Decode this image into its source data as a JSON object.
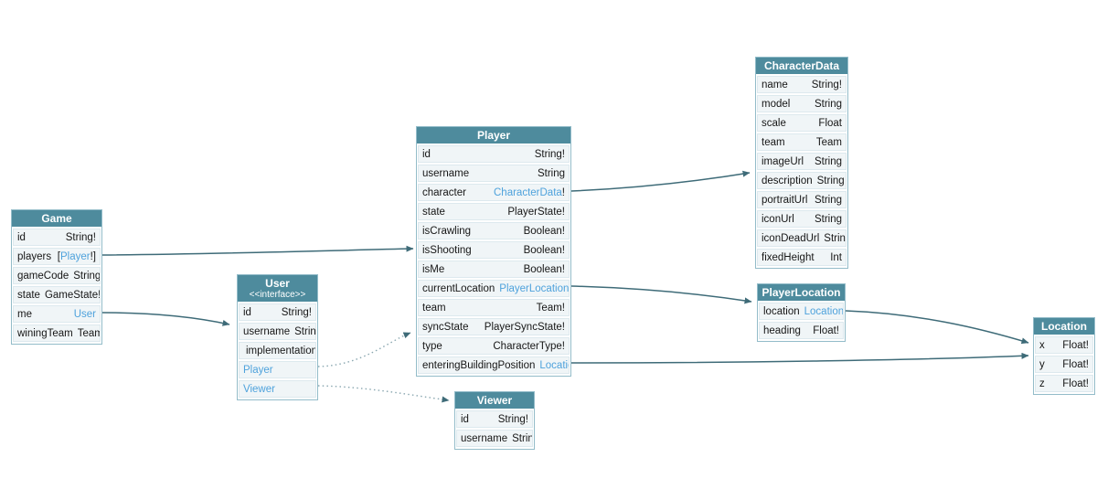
{
  "colors": {
    "header_bg": "#4e8b9d",
    "header_text": "#ffffff",
    "row_bg": "#f0f5f7",
    "table_border": "#93bcc9",
    "row_border": "#dde9ee",
    "field_text": "#161616",
    "type_link": "#4ea2dc",
    "edge_solid": "#3e6b78",
    "edge_dotted": "#8aa7b0",
    "canvas_bg": "#ffffff"
  },
  "tables": {
    "game": {
      "title": "Game",
      "rows": [
        {
          "kind": "field",
          "name": "id",
          "type": [
            {
              "text": "String!",
              "link": false
            }
          ]
        },
        {
          "kind": "field",
          "name": "players",
          "type": [
            {
              "text": "[",
              "link": false
            },
            {
              "text": "Player",
              "link": true
            },
            {
              "text": "!]",
              "link": false
            }
          ]
        },
        {
          "kind": "field",
          "name": "gameCode",
          "type": [
            {
              "text": "String!",
              "link": false
            }
          ]
        },
        {
          "kind": "field",
          "name": "state",
          "type": [
            {
              "text": "GameState!",
              "link": false
            }
          ]
        },
        {
          "kind": "field",
          "name": "me",
          "type": [
            {
              "text": "User",
              "link": true
            }
          ]
        },
        {
          "kind": "field",
          "name": "winingTeam",
          "type": [
            {
              "text": "Team",
              "link": false
            }
          ]
        }
      ]
    },
    "user": {
      "title": "User",
      "subtitle": "<<interface>>",
      "rows": [
        {
          "kind": "field",
          "name": "id",
          "type": [
            {
              "text": "String!",
              "link": false
            }
          ]
        },
        {
          "kind": "field",
          "name": "username",
          "type": [
            {
              "text": "String",
              "link": false
            }
          ]
        },
        {
          "kind": "section",
          "name": "implementations"
        },
        {
          "kind": "link",
          "name": "Player"
        },
        {
          "kind": "link",
          "name": "Viewer"
        }
      ]
    },
    "player": {
      "title": "Player",
      "rows": [
        {
          "kind": "field",
          "name": "id",
          "type": [
            {
              "text": "String!",
              "link": false
            }
          ]
        },
        {
          "kind": "field",
          "name": "username",
          "type": [
            {
              "text": "String",
              "link": false
            }
          ]
        },
        {
          "kind": "field",
          "name": "character",
          "type": [
            {
              "text": "CharacterData",
              "link": true
            },
            {
              "text": "!",
              "link": false
            }
          ]
        },
        {
          "kind": "field",
          "name": "state",
          "type": [
            {
              "text": "PlayerState!",
              "link": false
            }
          ]
        },
        {
          "kind": "field",
          "name": "isCrawling",
          "type": [
            {
              "text": "Boolean!",
              "link": false
            }
          ]
        },
        {
          "kind": "field",
          "name": "isShooting",
          "type": [
            {
              "text": "Boolean!",
              "link": false
            }
          ]
        },
        {
          "kind": "field",
          "name": "isMe",
          "type": [
            {
              "text": "Boolean!",
              "link": false
            }
          ]
        },
        {
          "kind": "field",
          "name": "currentLocation",
          "type": [
            {
              "text": "PlayerLocation",
              "link": true
            },
            {
              "text": "!",
              "link": false
            }
          ]
        },
        {
          "kind": "field",
          "name": "team",
          "type": [
            {
              "text": "Team!",
              "link": false
            }
          ]
        },
        {
          "kind": "field",
          "name": "syncState",
          "type": [
            {
              "text": "PlayerSyncState!",
              "link": false
            }
          ]
        },
        {
          "kind": "field",
          "name": "type",
          "type": [
            {
              "text": "CharacterType!",
              "link": false
            }
          ]
        },
        {
          "kind": "field",
          "name": "enteringBuildingPosition",
          "type": [
            {
              "text": "Location",
              "link": true
            }
          ]
        }
      ]
    },
    "viewer": {
      "title": "Viewer",
      "rows": [
        {
          "kind": "field",
          "name": "id",
          "type": [
            {
              "text": "String!",
              "link": false
            }
          ]
        },
        {
          "kind": "field",
          "name": "username",
          "type": [
            {
              "text": "String",
              "link": false
            }
          ]
        }
      ]
    },
    "characterData": {
      "title": "CharacterData",
      "rows": [
        {
          "kind": "field",
          "name": "name",
          "type": [
            {
              "text": "String!",
              "link": false
            }
          ]
        },
        {
          "kind": "field",
          "name": "model",
          "type": [
            {
              "text": "String",
              "link": false
            }
          ]
        },
        {
          "kind": "field",
          "name": "scale",
          "type": [
            {
              "text": "Float",
              "link": false
            }
          ]
        },
        {
          "kind": "field",
          "name": "team",
          "type": [
            {
              "text": "Team",
              "link": false
            }
          ]
        },
        {
          "kind": "field",
          "name": "imageUrl",
          "type": [
            {
              "text": "String",
              "link": false
            }
          ]
        },
        {
          "kind": "field",
          "name": "description",
          "type": [
            {
              "text": "String",
              "link": false
            }
          ]
        },
        {
          "kind": "field",
          "name": "portraitUrl",
          "type": [
            {
              "text": "String",
              "link": false
            }
          ]
        },
        {
          "kind": "field",
          "name": "iconUrl",
          "type": [
            {
              "text": "String",
              "link": false
            }
          ]
        },
        {
          "kind": "field",
          "name": "iconDeadUrl",
          "type": [
            {
              "text": "String",
              "link": false
            }
          ]
        },
        {
          "kind": "field",
          "name": "fixedHeight",
          "type": [
            {
              "text": "Int",
              "link": false
            }
          ]
        }
      ]
    },
    "playerLocation": {
      "title": "PlayerLocation",
      "rows": [
        {
          "kind": "field",
          "name": "location",
          "type": [
            {
              "text": "Location",
              "link": true
            },
            {
              "text": "!",
              "link": false
            }
          ]
        },
        {
          "kind": "field",
          "name": "heading",
          "type": [
            {
              "text": "Float!",
              "link": false
            }
          ]
        }
      ]
    },
    "location": {
      "title": "Location",
      "rows": [
        {
          "kind": "field",
          "name": "x",
          "type": [
            {
              "text": "Float!",
              "link": false
            }
          ]
        },
        {
          "kind": "field",
          "name": "y",
          "type": [
            {
              "text": "Float!",
              "link": false
            }
          ]
        },
        {
          "kind": "field",
          "name": "z",
          "type": [
            {
              "text": "Float!",
              "link": false
            }
          ]
        }
      ]
    }
  },
  "edges": [
    {
      "from": "Game.players",
      "to": "Player",
      "style": "solid"
    },
    {
      "from": "Game.me",
      "to": "User",
      "style": "solid"
    },
    {
      "from": "User.Player",
      "to": "Player",
      "style": "dotted"
    },
    {
      "from": "User.Viewer",
      "to": "Viewer",
      "style": "dotted"
    },
    {
      "from": "Player.character",
      "to": "CharacterData",
      "style": "solid"
    },
    {
      "from": "Player.currentLocation",
      "to": "PlayerLocation",
      "style": "solid"
    },
    {
      "from": "Player.enteringBuildingPosition",
      "to": "Location",
      "style": "solid"
    },
    {
      "from": "PlayerLocation.location",
      "to": "Location",
      "style": "solid"
    }
  ]
}
